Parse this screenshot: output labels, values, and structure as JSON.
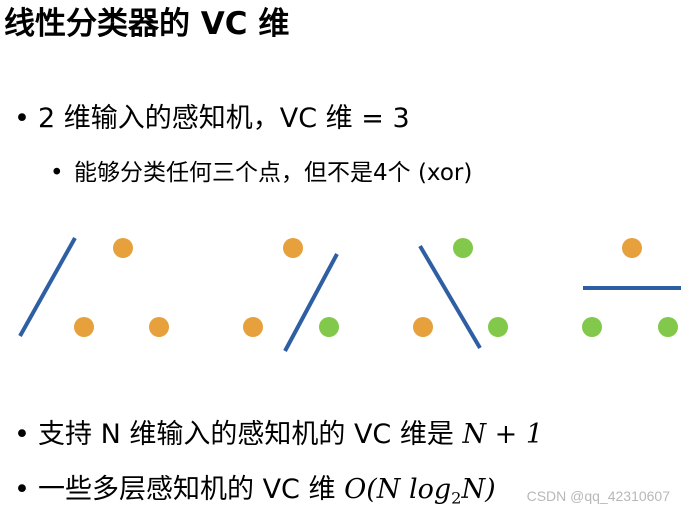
{
  "title": "线性分类器的 VC 维",
  "bullet_char": "•",
  "sub_bullet_char": "•",
  "bullets": [
    {
      "text": "2 维输入的感知机，VC 维 = 3"
    },
    {
      "text": "能够分类任何三个点，但不是4个 (xor)"
    },
    {
      "text": "支持 N 维输入的感知机的 VC 维是",
      "math": "N + 1"
    },
    {
      "text": "一些多层感知机的 VC 维",
      "math_prefix": "O(N log",
      "math_sub": "2",
      "math_suffix": "N)"
    }
  ],
  "colors": {
    "line": "#2e5fa3",
    "orange": "#e6a03c",
    "green": "#82c84a"
  },
  "figure_points": [
    [
      "orange",
      "orange",
      "orange"
    ],
    [
      "orange",
      "orange",
      "green"
    ],
    [
      "green",
      "orange",
      "green"
    ],
    [
      "orange",
      "green",
      "green"
    ]
  ],
  "watermark": "CSDN @qq_42310607"
}
